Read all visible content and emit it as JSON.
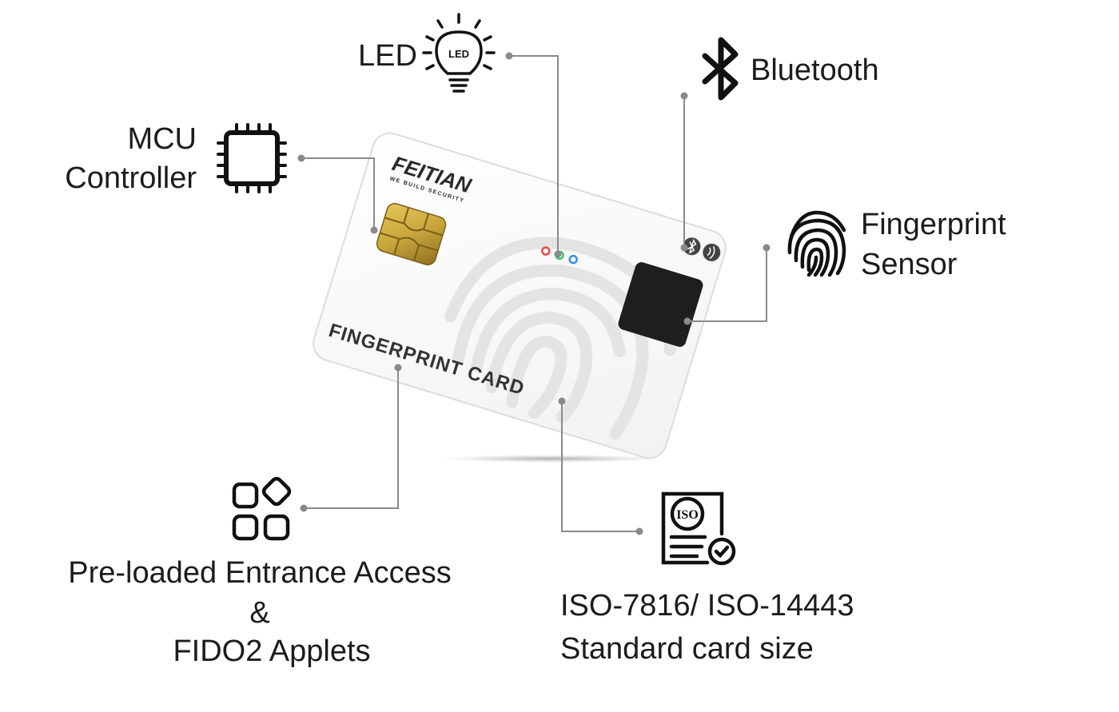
{
  "labels": {
    "led": "LED",
    "bluetooth": "Bluetooth",
    "mcu_line1": "MCU",
    "mcu_line2": "Controller",
    "fingerprint_line1": "Fingerprint",
    "fingerprint_line2": "Sensor",
    "applets_line1": "Pre-loaded Entrance Access",
    "applets_line2": "&",
    "applets_line3": "FIDO2 Applets",
    "iso_line1": "ISO-7816/ ISO-14443",
    "iso_line2": "Standard card size"
  },
  "card": {
    "brand": "FEITIAN",
    "tagline": "WE BUILD SECURITY",
    "product_name": "FINGERPRINT CARD"
  },
  "icons": {
    "led_bulb_text": "LED",
    "iso_badge_text": "ISO"
  },
  "colors": {
    "led_red": "#e84a4a",
    "led_green": "#3cc46b",
    "led_blue": "#3b8fe0",
    "chip_gold": "#c9a63c",
    "sensor": "#1e1e1e",
    "leader_line": "#8a8a8a"
  }
}
